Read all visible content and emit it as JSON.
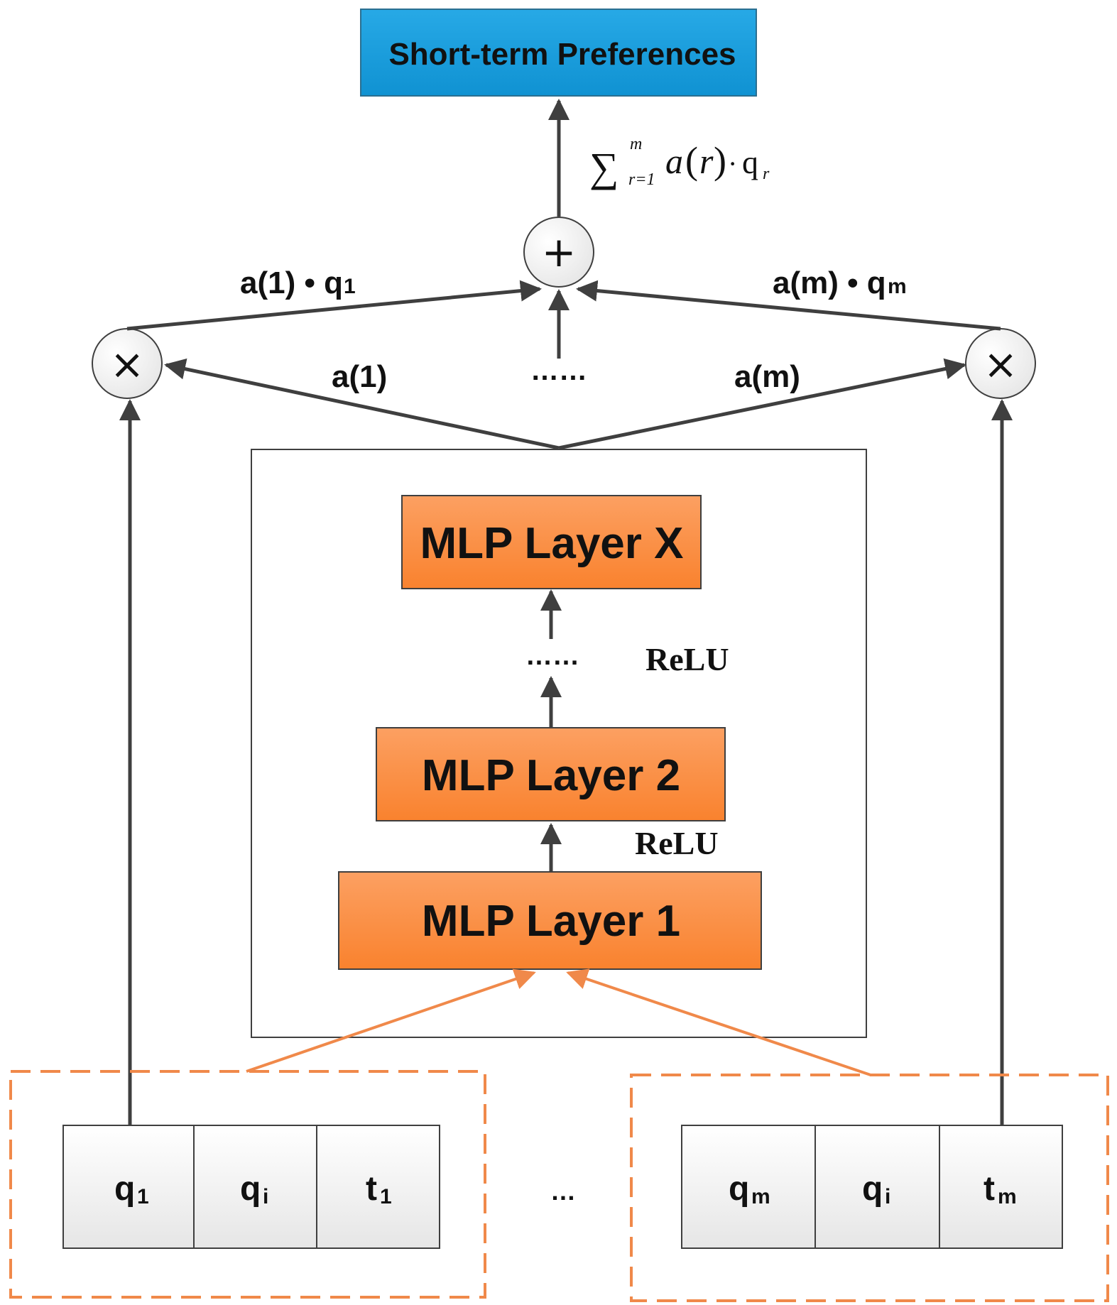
{
  "diagram": {
    "output_box": {
      "label": "Short-term Preferences",
      "color": "#1a9ad6"
    },
    "sum_formula": {
      "sigma": "∑",
      "upper": "m",
      "lower": "r=1",
      "body_a": "a",
      "body_open": "(",
      "body_r": "r",
      "body_close": ")",
      "dot": "·",
      "body_q": "q",
      "body_sub": "r"
    },
    "plus_symbol": "+",
    "times_symbol": "×",
    "weighted_left": {
      "main": "a(1) • q",
      "sub": "1"
    },
    "weighted_right": {
      "main": "a(m) • q",
      "sub": "m"
    },
    "attn_left": "a(1)",
    "attn_right": "a(m)",
    "top_ellipsis": "……",
    "mlp_layers": [
      {
        "label": "MLP Layer X"
      },
      {
        "label": "MLP Layer 2"
      },
      {
        "label": "MLP Layer 1"
      }
    ],
    "mlp_ellipsis": "……",
    "relu_upper": "ReLU",
    "relu_lower": "ReLU",
    "mlp_color": "#fb8c3c",
    "input_left": [
      {
        "main": "q",
        "sub": "1"
      },
      {
        "main": "q",
        "sub": "i"
      },
      {
        "main": "t",
        "sub": "1"
      }
    ],
    "input_right": [
      {
        "main": "q",
        "sub": "m"
      },
      {
        "main": "q",
        "sub": "i"
      },
      {
        "main": "t",
        "sub": "m"
      }
    ],
    "input_ellipsis": "…",
    "dashed_color": "#f0894a",
    "arrow_color": "#3f3f3f"
  }
}
